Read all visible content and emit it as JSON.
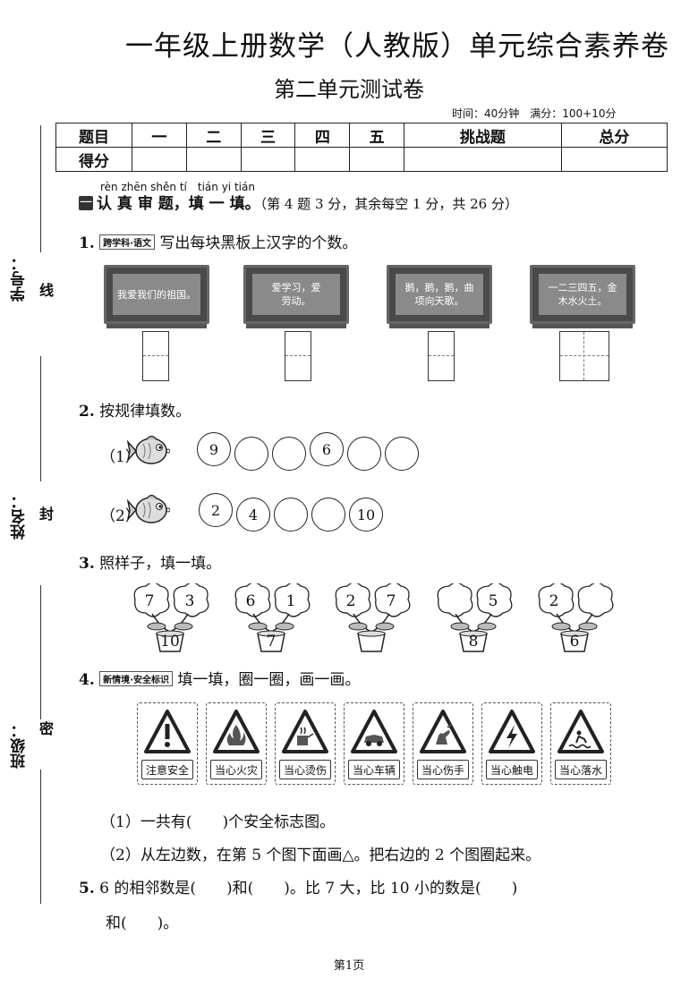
{
  "header": {
    "title": "一年级上册数学（人教版）单元综合素养卷",
    "subtitle": "第二单元测试卷",
    "meta": "时间：40分钟　满分：100+10分"
  },
  "score_table": {
    "row1": [
      "题目",
      "一",
      "二",
      "三",
      "四",
      "五",
      "挑战题",
      "总分"
    ],
    "row2_label": "得分"
  },
  "side": {
    "xuehao": "学号：",
    "xingming": "姓名：",
    "banji": "班级：",
    "xian": "线",
    "feng": "封",
    "mi": "密"
  },
  "section1": {
    "pinyin": "rèn zhēn shěn tí　tián yi tián",
    "number": "一",
    "title": "认 真 审 题，填 一 填。",
    "note": "（第 4 题 3 分，其余每空 1 分，共 26 分）"
  },
  "q1": {
    "num": "1.",
    "tag": "跨学科·语文",
    "text": "写出每块黑板上汉字的个数。",
    "boards": [
      "我爱我们的祖国。",
      "爱学习，爱劳动。",
      "鹅，鹅，鹅，曲项向天歌。",
      "一二三四五，金木水火土。"
    ]
  },
  "q2": {
    "num": "2.",
    "text": "按规律填数。",
    "row1_label": "（1）",
    "row1": [
      "9",
      "",
      "",
      "6",
      "",
      ""
    ],
    "row2_label": "（2）",
    "row2": [
      "2",
      "4",
      "",
      "",
      "10"
    ]
  },
  "q3": {
    "num": "3.",
    "text": "照样子，填一填。",
    "items": [
      {
        "left": "7",
        "right": "3",
        "pot": "10"
      },
      {
        "left": "6",
        "right": "1",
        "pot": "7"
      },
      {
        "left": "2",
        "right": "7",
        "pot": ""
      },
      {
        "left": "",
        "right": "5",
        "pot": "8"
      },
      {
        "left": "2",
        "right": "",
        "pot": "6"
      }
    ]
  },
  "q4": {
    "num": "4.",
    "tag": "新情境·安全标识",
    "text": "填一填，圈一圈，画一画。",
    "signs": [
      "注意安全",
      "当心火灾",
      "当心烫伤",
      "当心车辆",
      "当心伤手",
      "当心触电",
      "当心落水"
    ],
    "sub1": "（1）一共有(　　)个安全标志图。",
    "sub2": "（2）从左边数，在第 5 个图下面画△。把右边的 2 个图圈起来。"
  },
  "q5": {
    "num": "5.",
    "line1": "6 的相邻数是(　　)和(　　)。比 7 大，比 10 小的数是(　　)",
    "line2": "和(　　)。"
  },
  "footer": {
    "page": "第1页"
  }
}
